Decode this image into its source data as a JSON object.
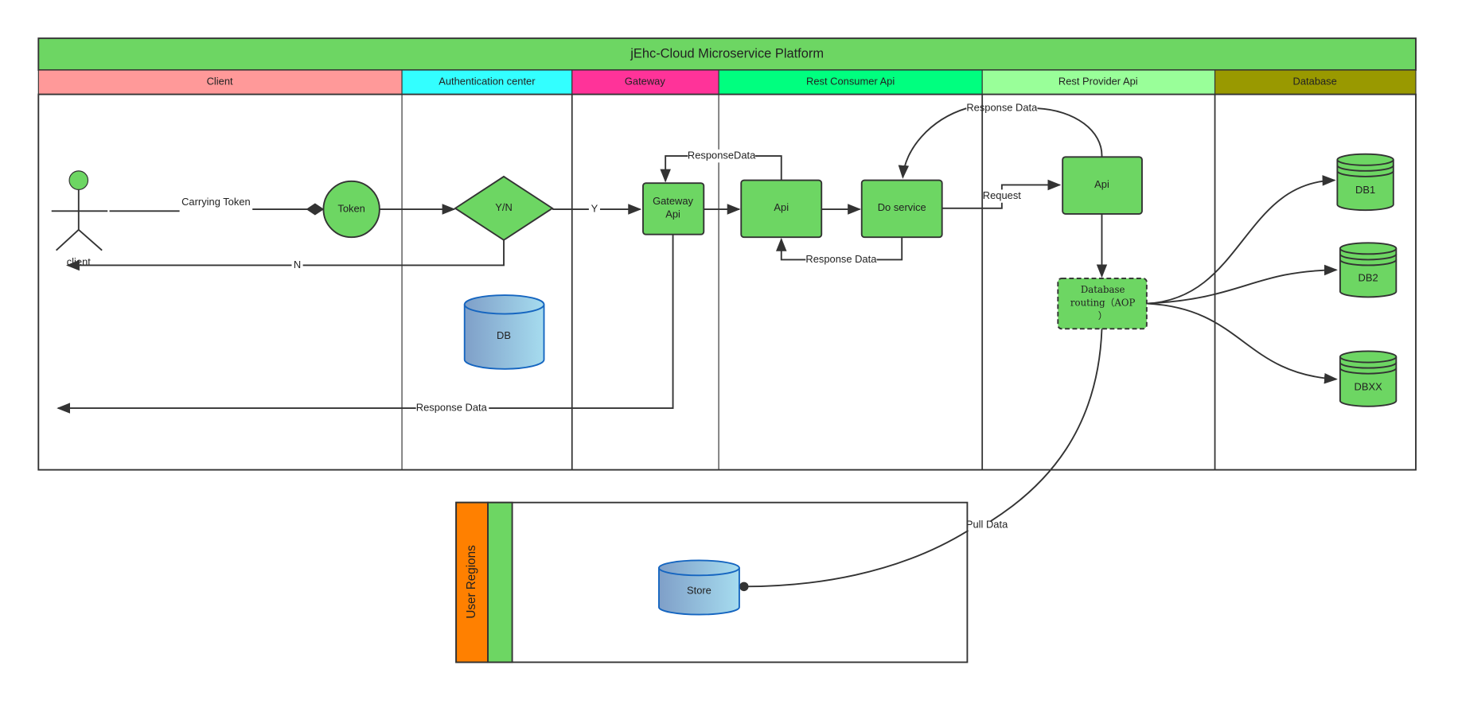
{
  "title": "jEhc-Cloud Microservice Platform",
  "lanes": [
    {
      "label": "Client",
      "color": "#ff9999"
    },
    {
      "label": "Authentication center",
      "color": "#33ffff"
    },
    {
      "label": "Gateway",
      "color": "#ff3399"
    },
    {
      "label": "Rest Consumer Api",
      "color": "#00ff7f"
    },
    {
      "label": "Rest Provider Api",
      "color": "#99ff99"
    },
    {
      "label": "Database",
      "color": "#999900"
    }
  ],
  "nodes": {
    "actor": "client",
    "token": "Token",
    "decision": "Y/N",
    "gateway_api_1": "Gateway",
    "gateway_api_2": "Api",
    "consumer_api": "Api",
    "do_service": "Do service",
    "provider_api": "Api",
    "routing_1": "Database",
    "routing_2": "routing（AOP",
    "routing_3": "）",
    "auth_db": "DB",
    "db1": "DB1",
    "db2": "DB2",
    "dbxx": "DBXX",
    "store": "Store"
  },
  "edges": {
    "carrying_token": "Carrying Token",
    "yes": "Y",
    "no": "N",
    "gateway_response": "ResponseData",
    "service_response": "Response Data",
    "request": "Request",
    "provider_response": "Response Data",
    "client_response": "Response Data",
    "pull_data": "Pull Data"
  },
  "user_regions": {
    "label": "User Regions",
    "color": "#ff8000"
  },
  "colors": {
    "node_fill": "#6dd663",
    "title_bar": "#6dd663"
  }
}
